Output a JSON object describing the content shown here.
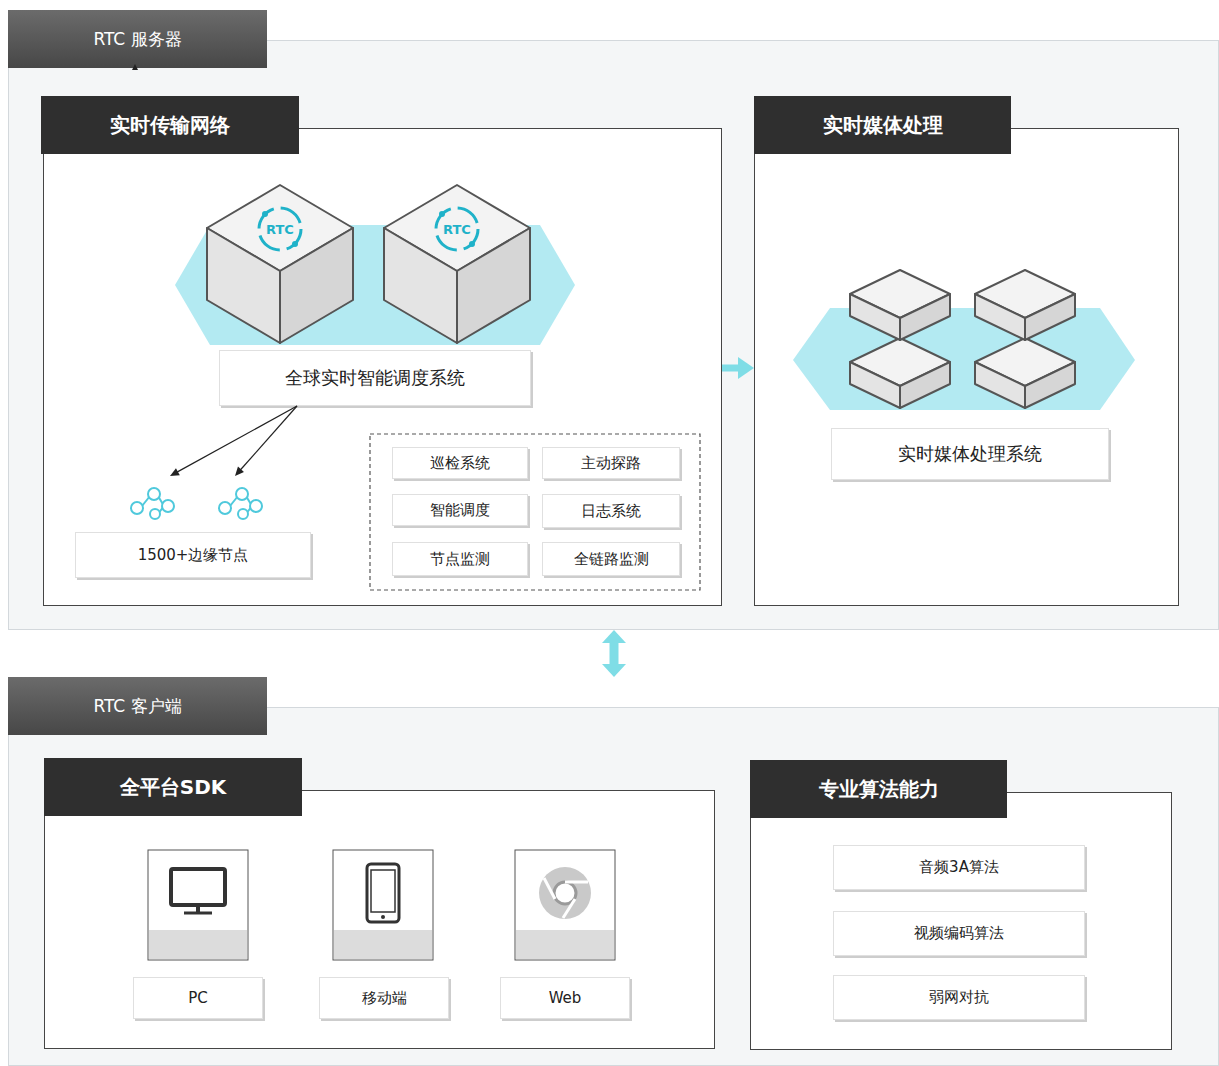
{
  "diagram": {
    "nodes": [
      {
        "text": [
          "RTC 服务器"
        ]
      },
      {
        "text": [
          "实时传输网络"
        ],
        "in": 0
      },
      {
        "text": [
          "全球实时智能调度系统"
        ],
        "in": 1
      },
      {
        "text": [
          "1500+边缘节点"
        ],
        "in": 1
      },
      {
        "text": [
          "巡检系统"
        ],
        "in": 1
      },
      {
        "text": [
          "主动探路"
        ],
        "in": 1
      },
      {
        "text": [
          "智能调度"
        ],
        "in": 1
      },
      {
        "text": [
          "日志系统"
        ],
        "in": 1
      },
      {
        "text": [
          "节点监测"
        ],
        "in": 1
      },
      {
        "text": [
          "全链路监测"
        ],
        "in": 1
      },
      {
        "text": [
          "实时媒体处理"
        ],
        "in": 0
      },
      {
        "text": [
          "实时媒体处理系统"
        ],
        "in": 10
      },
      {
        "text": [
          "RTC 客户端"
        ]
      },
      {
        "text": [
          "全平台SDK"
        ],
        "in": 12
      },
      {
        "text": [
          "PC"
        ],
        "in": 13
      },
      {
        "text": [
          "移动端"
        ],
        "in": 13
      },
      {
        "text": [
          "Web"
        ],
        "in": 13
      },
      {
        "text": [
          "专业算法能力"
        ],
        "in": 12
      },
      {
        "text": [
          "音频3A算法"
        ],
        "in": 17
      },
      {
        "text": [
          "视频编码算法"
        ],
        "in": 17
      },
      {
        "text": [
          "弱网对抗"
        ],
        "in": 17
      }
    ],
    "edges": [
      {
        "from": 2,
        "to": 3,
        "arrow": "to"
      },
      {
        "from": 2,
        "to": 3,
        "arrow": "to"
      },
      {
        "from": 1,
        "to": 10,
        "arrow": "to"
      },
      {
        "from": 0,
        "to": 12,
        "arrow": "both"
      }
    ],
    "labels": [
      "RTC",
      "RTC"
    ]
  }
}
